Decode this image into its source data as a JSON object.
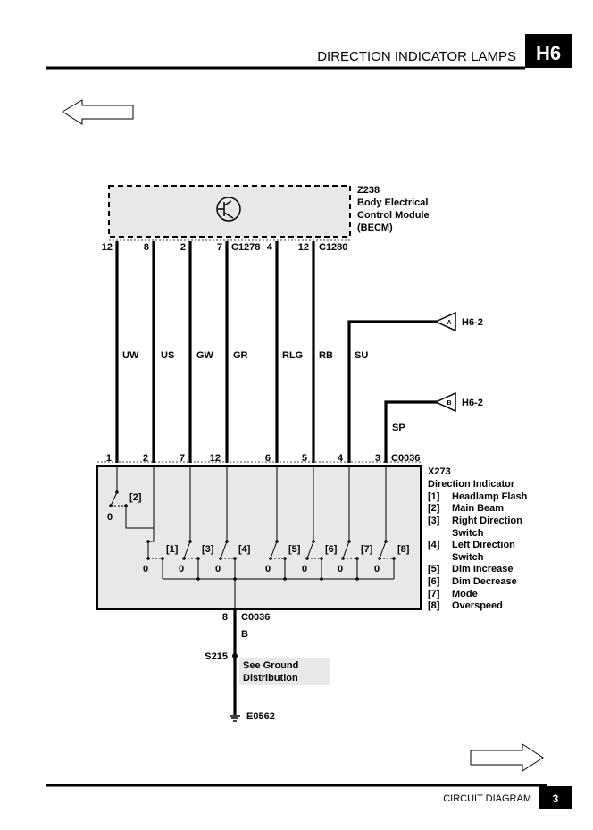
{
  "header": {
    "title": "DIRECTION INDICATOR LAMPS",
    "section": "H6"
  },
  "footer": {
    "label": "CIRCUIT DIAGRAM",
    "page": "3"
  },
  "becm": {
    "id": "Z238",
    "name_line1": "Body Electrical",
    "name_line2": "Control Module",
    "name_line3": "(BECM)",
    "connector_a": "C1278",
    "connector_b": "C1280"
  },
  "wires": [
    {
      "top_pin": "12",
      "bottom_pin": "1",
      "color": "UW"
    },
    {
      "top_pin": "8",
      "bottom_pin": "2",
      "color": "US"
    },
    {
      "top_pin": "2",
      "bottom_pin": "7",
      "color": "GW"
    },
    {
      "top_pin": "7",
      "bottom_pin": "12",
      "color": "GR"
    },
    {
      "top_pin": "4",
      "bottom_pin": "6",
      "color": "RLG"
    },
    {
      "top_pin": "12",
      "bottom_pin": "5",
      "color": "RB"
    },
    {
      "top_pin": "",
      "bottom_pin": "4",
      "color": "SU"
    },
    {
      "top_pin": "",
      "bottom_pin": "3",
      "color": "SP"
    }
  ],
  "refs": [
    {
      "letter": "A",
      "label": "H6-2"
    },
    {
      "letter": "B",
      "label": "H6-2"
    }
  ],
  "switch_module": {
    "id": "X273",
    "name": "Direction Indicator",
    "connector": "C0036",
    "items": [
      {
        "num": "[1]",
        "line1": "Headlamp Flash",
        "line2": ""
      },
      {
        "num": "[2]",
        "line1": "Main Beam",
        "line2": ""
      },
      {
        "num": "[3]",
        "line1": "Right Direction",
        "line2": "Switch"
      },
      {
        "num": "[4]",
        "line1": "Left Direction",
        "line2": "Switch"
      },
      {
        "num": "[5]",
        "line1": "Dim Increase",
        "line2": ""
      },
      {
        "num": "[6]",
        "line1": "Dim Decrease",
        "line2": ""
      },
      {
        "num": "[7]",
        "line1": "Mode",
        "line2": ""
      },
      {
        "num": "[8]",
        "line1": "Overspeed",
        "line2": ""
      }
    ],
    "switch_labels": [
      "[2]",
      "[1]",
      "[3]",
      "[4]",
      "[5]",
      "[6]",
      "[7]",
      "[8]"
    ],
    "zero_label": "0"
  },
  "ground": {
    "pin": "8",
    "connector": "C0036",
    "wire_color": "B",
    "splice": "S215",
    "note_line1": "See Ground",
    "note_line2": "Distribution",
    "ground_point": "E0562"
  }
}
